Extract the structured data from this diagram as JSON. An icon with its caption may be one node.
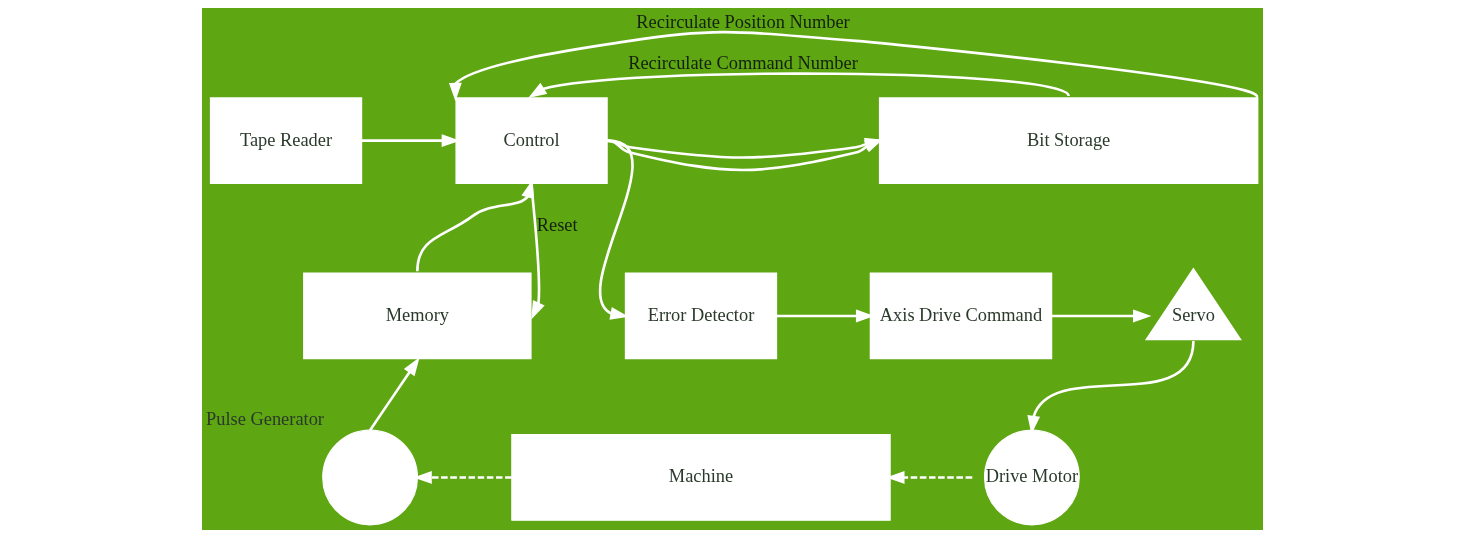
{
  "diagram": {
    "nodes": [
      {
        "text": [
          "Tape Reader"
        ]
      },
      {
        "text": [
          "Control"
        ]
      },
      {
        "text": [
          "Bit Storage"
        ]
      },
      {
        "text": [
          "Memory"
        ]
      },
      {
        "text": [
          "Error Detector"
        ]
      },
      {
        "text": [
          "Axis Drive Command"
        ]
      },
      {
        "text": [
          "Servo"
        ]
      },
      {
        "text": [
          "Drive Motor"
        ]
      },
      {
        "text": [
          "Machine"
        ]
      },
      {
        "text": [],
        "shape": "circle",
        "beside": [
          "Pulse Generator"
        ]
      }
    ],
    "edges": [
      {
        "from": 0,
        "to": 1,
        "arrow": "to"
      },
      {
        "from": 1,
        "to": 2,
        "arrow": "to"
      },
      {
        "from": 1,
        "to": 2,
        "arrow": "to"
      },
      {
        "from": 2,
        "to": 1,
        "arrow": "to",
        "label": "Recirculate Command Number"
      },
      {
        "from": 2,
        "to": 1,
        "arrow": "to",
        "label": "Recirculate Position Number"
      },
      {
        "from": 3,
        "to": 1,
        "arrow": "to"
      },
      {
        "from": 1,
        "to": 3,
        "arrow": "to",
        "label": "Reset"
      },
      {
        "from": 1,
        "to": 4,
        "arrow": "to"
      },
      {
        "from": 4,
        "to": 5,
        "arrow": "to"
      },
      {
        "from": 5,
        "to": 6,
        "arrow": "to"
      },
      {
        "from": 6,
        "to": 7,
        "arrow": "to"
      },
      {
        "from": 7,
        "to": 8,
        "arrow": "to",
        "style": "dashed"
      },
      {
        "from": 8,
        "to": 9,
        "arrow": "to",
        "style": "dashed"
      },
      {
        "from": 9,
        "to": 3,
        "arrow": "to"
      }
    ]
  }
}
